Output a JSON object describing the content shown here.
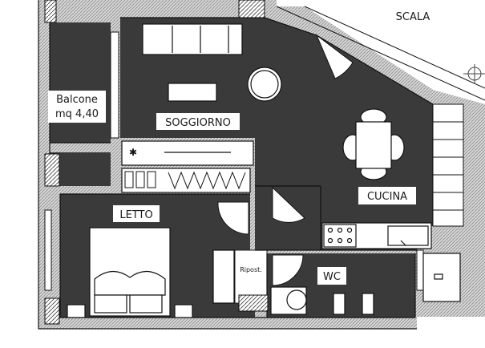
{
  "plan": {
    "rooms": {
      "scala": "SCALA",
      "balcone_line1": "Balcone",
      "balcone_line2": "mq 4,40",
      "soggiorno": "SOGGIORNO",
      "cucina": "CUCINA",
      "letto": "LETTO",
      "ripost": "Ripost.",
      "wc": "WC"
    },
    "colors": {
      "floor": "#3a3a3a",
      "wall": "#9a9a9a",
      "outside": "#ffffff",
      "furniture": "#ffffff",
      "line": "#111111"
    }
  }
}
